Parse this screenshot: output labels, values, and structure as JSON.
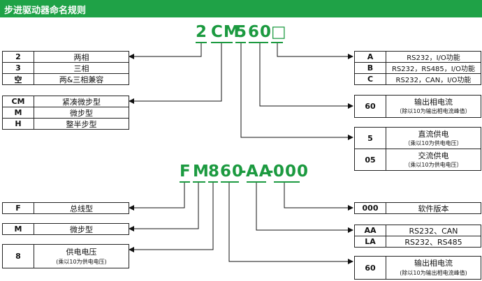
{
  "header": {
    "title": "步进驱动器命名规则"
  },
  "code1": {
    "p1": "2",
    "p2": "CM",
    "p3": "5",
    "p4": "60",
    "p5": "□"
  },
  "code2": {
    "p1": "F",
    "p2": "M",
    "p3": "8",
    "p4": "60",
    "dash1": "-",
    "p5": "AA",
    "dash2": "-",
    "p6": "000"
  },
  "left1": [
    {
      "key": "2",
      "val": "两相"
    },
    {
      "key": "3",
      "val": "三相"
    },
    {
      "key": "空",
      "val": "两&三相兼容"
    }
  ],
  "left2": [
    {
      "key": "CM",
      "val": "紧凑微步型"
    },
    {
      "key": "M",
      "val": "微步型"
    },
    {
      "key": "H",
      "val": "整半步型"
    }
  ],
  "right1": [
    {
      "key": "A",
      "val": "RS232，I/O功能"
    },
    {
      "key": "B",
      "val": "RS232，RS485，I/O功能"
    },
    {
      "key": "C",
      "val": "RS232，CAN，I/O功能"
    }
  ],
  "right2": {
    "key": "60",
    "val": "输出相电流",
    "note": "（除以10为输出相电流峰值）"
  },
  "right3": [
    {
      "key": "5",
      "val": "直流供电",
      "note": "（乘以10为供电电压）"
    },
    {
      "key": "05",
      "val": "交流供电",
      "note": "（乘以10为供电电压）"
    }
  ],
  "left3": {
    "key": "F",
    "val": "总线型"
  },
  "left4": {
    "key": "M",
    "val": "微步型"
  },
  "left5": {
    "key": "8",
    "val": "供电电压",
    "note": "(乘以10为供电电压)"
  },
  "right4": {
    "key": "000",
    "val": "软件版本"
  },
  "right5": [
    {
      "key": "AA",
      "val": "RS232、CAN"
    },
    {
      "key": "LA",
      "val": "RS232、RS485"
    }
  ],
  "right6": {
    "key": "60",
    "val": "输出相电流",
    "note": "(除以10为输出相电流峰值)"
  }
}
